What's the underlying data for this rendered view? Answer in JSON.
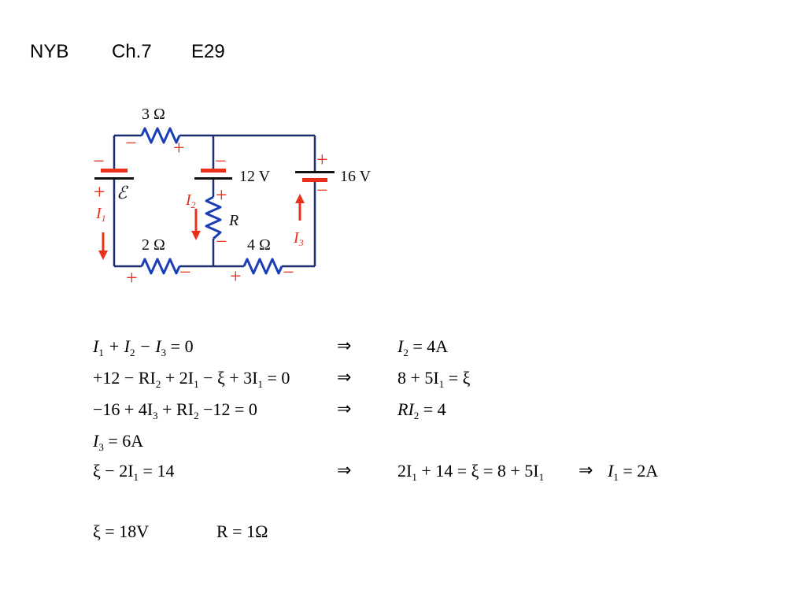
{
  "header": {
    "course": "NYB",
    "chapter": "Ch.7",
    "exercise": "E29"
  },
  "circuit": {
    "r_top_label": "3 Ω",
    "r_bottom_left_label": "2 Ω",
    "r_bottom_right_label": "4 Ω",
    "r_middle_label": "R",
    "emf_left_label": "ℰ",
    "emf_middle_label": "12 V",
    "emf_right_label": "16 V",
    "current_labels": [
      "I",
      "I",
      "I"
    ],
    "current_subscripts": [
      "1",
      "2",
      "3"
    ],
    "plus_sign": "+",
    "minus_sign": "−",
    "colors": {
      "wire": "#1c2f6e",
      "resistor": "#1a3fb5",
      "annotation": "#e8301a"
    }
  },
  "equations": {
    "implies": "⇒",
    "rows": [
      {
        "left": [
          [
            "I",
            "1"
          ],
          [
            "+ I",
            "2"
          ],
          [
            "− I",
            "3"
          ],
          [
            " = 0",
            ""
          ]
        ],
        "result": [
          [
            "I",
            "2"
          ],
          [
            " = 4A",
            ""
          ]
        ]
      },
      {
        "left": [
          [
            "+12 − RI",
            "2"
          ],
          [
            "+ 2I",
            "1"
          ],
          [
            "− ξ + 3I",
            "1"
          ],
          [
            " = 0",
            ""
          ]
        ],
        "result": [
          [
            "8 + 5I",
            "1"
          ],
          [
            " = ξ",
            ""
          ]
        ]
      },
      {
        "left": [
          [
            "−16 + 4I",
            "3"
          ],
          [
            "+ RI",
            "2"
          ],
          [
            "−12 = 0",
            ""
          ]
        ],
        "result": [
          [
            "RI",
            "2"
          ],
          [
            " = 4",
            ""
          ]
        ]
      },
      {
        "left": [
          [
            "I",
            "3"
          ],
          [
            " = 6A",
            ""
          ]
        ]
      },
      {
        "left": [
          [
            "ξ − 2I",
            "1"
          ],
          [
            " = 14",
            ""
          ]
        ],
        "result": [
          [
            "2I",
            "1"
          ],
          [
            "+ 14 = ξ = 8 + 5I",
            "1"
          ]
        ],
        "extra": [
          [
            "I",
            "1"
          ],
          [
            " = 2A",
            ""
          ]
        ]
      }
    ],
    "final": {
      "xi": "ξ = 18V",
      "r": "R = 1Ω"
    }
  }
}
